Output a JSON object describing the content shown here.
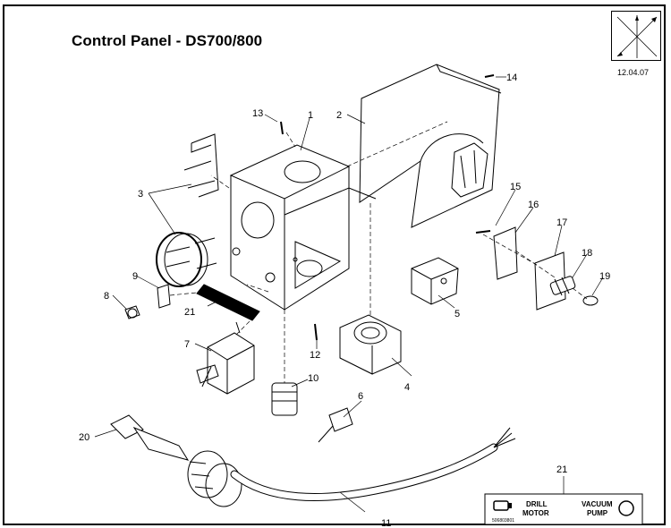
{
  "title": "Control Panel - DS700/800",
  "date": "12.04.07",
  "callouts": [
    "1",
    "2",
    "3",
    "4",
    "5",
    "6",
    "7",
    "8",
    "9",
    "10",
    "11",
    "12",
    "13",
    "14",
    "15",
    "16",
    "17",
    "18",
    "19",
    "20",
    "21",
    "21"
  ],
  "label": {
    "drill_line1": "DRILL",
    "drill_line2": "MOTOR",
    "vacuum_line1": "VACUUM",
    "vacuum_line2": "PUMP",
    "part_no": "506803801"
  }
}
